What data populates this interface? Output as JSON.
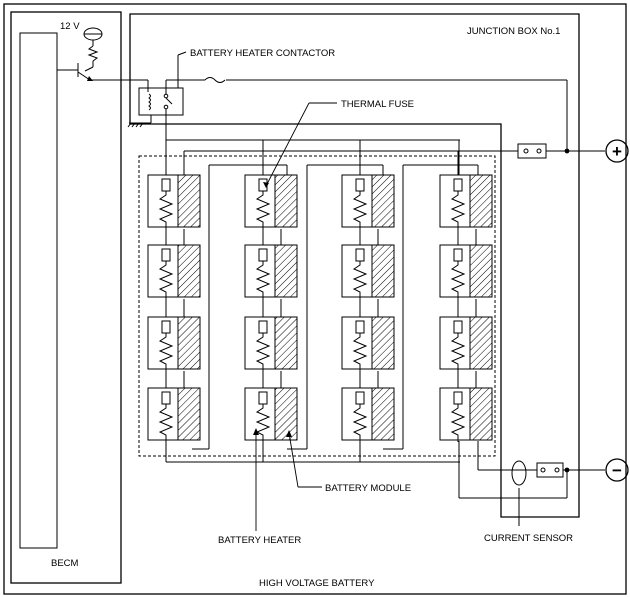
{
  "labels": {
    "supply_voltage": "12 V",
    "junction_box": "JUNCTION BOX No.1",
    "contactor": "BATTERY HEATER CONTACTOR",
    "thermal_fuse": "THERMAL FUSE",
    "battery_module": "BATTERY MODULE",
    "battery_heater": "BATTERY HEATER",
    "current_sensor": "CURRENT SENSOR",
    "becm": "BECM",
    "hv_battery": "HIGH VOLTAGE BATTERY",
    "plus_terminal": "+",
    "minus_terminal": "−"
  },
  "module_grid": {
    "columns": 4,
    "rows": 4
  }
}
